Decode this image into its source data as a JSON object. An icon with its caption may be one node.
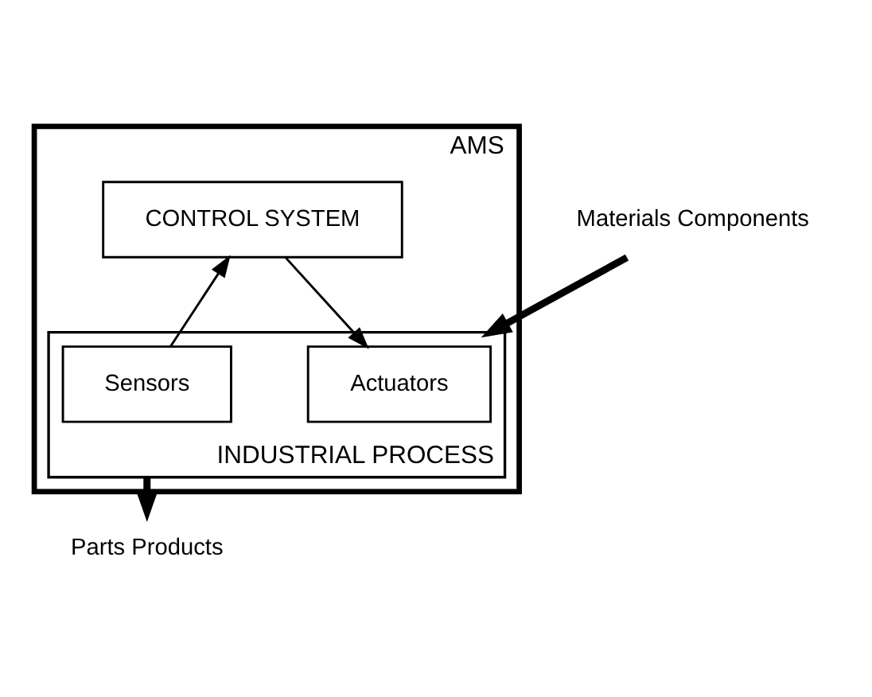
{
  "diagram": {
    "nodes": [
      {
        "text": [
          "AMS"
        ]
      },
      {
        "text": [
          "CONTROL SYSTEM"
        ],
        "in": 0
      },
      {
        "text": [
          "INDUSTRIAL PROCESS"
        ],
        "in": 0
      },
      {
        "text": [
          "Actuators"
        ],
        "in": 2
      },
      {
        "text": [
          "Sensors"
        ],
        "in": 2
      },
      {
        "text": [
          "Materials Components"
        ]
      },
      {
        "text": [
          "Parts Products"
        ]
      }
    ],
    "edges": [
      {
        "from": 1,
        "to": 3,
        "arrow": "to"
      },
      {
        "from": 4,
        "to": 1,
        "arrow": "to"
      },
      {
        "from": 5,
        "to": 2,
        "arrow": "to",
        "style": "thick"
      },
      {
        "from": 2,
        "to": 6,
        "arrow": "to",
        "style": "thick"
      }
    ]
  }
}
